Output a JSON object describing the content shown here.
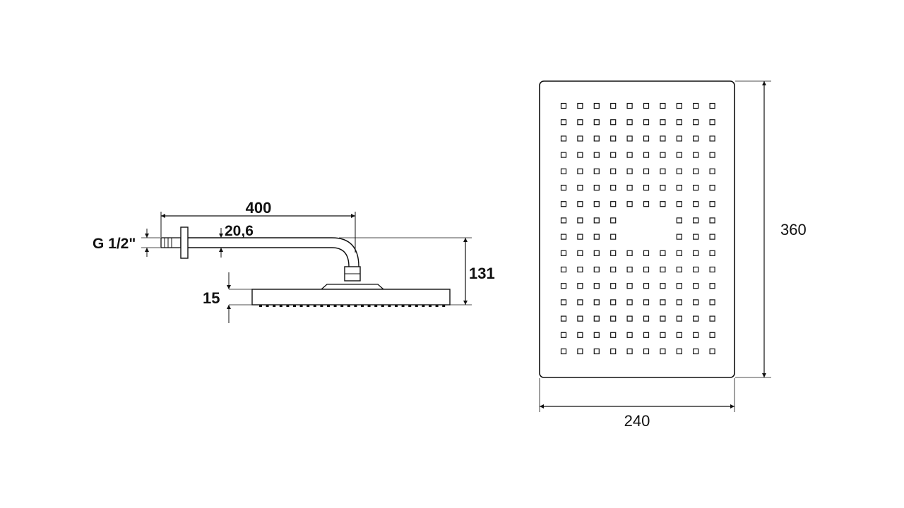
{
  "side_view": {
    "dim_arm_length": "400",
    "dim_pipe_diameter": "20,6",
    "dim_thread": "G 1/2\"",
    "dim_drop_height": "131",
    "dim_head_thickness": "15"
  },
  "front_view": {
    "dim_height": "360",
    "dim_width": "240",
    "nozzles": {
      "columns": 10,
      "rows": 16,
      "omitted": [
        [
          7,
          4
        ],
        [
          7,
          5
        ],
        [
          7,
          6
        ],
        [
          8,
          4
        ],
        [
          8,
          5
        ],
        [
          8,
          6
        ]
      ]
    }
  },
  "colors": {
    "line": "#111111",
    "background": "#ffffff"
  }
}
